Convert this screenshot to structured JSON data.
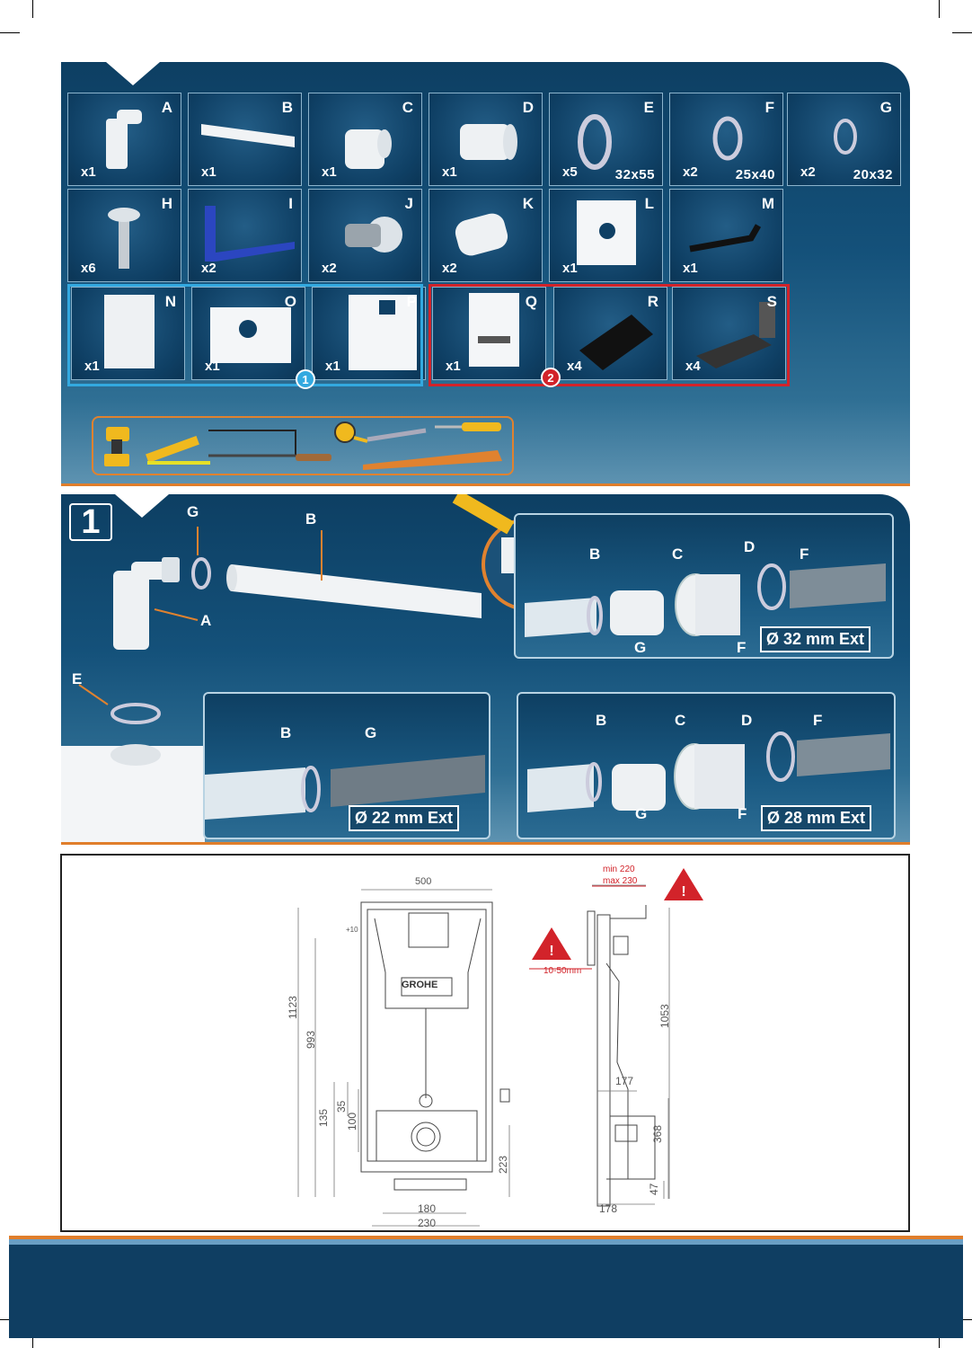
{
  "parts": [
    {
      "letter": "A",
      "qty": "x1",
      "size": "",
      "name": "elbow-connector"
    },
    {
      "letter": "B",
      "qty": "x1",
      "size": "",
      "name": "pipe"
    },
    {
      "letter": "C",
      "qty": "x1",
      "size": "",
      "name": "reducer"
    },
    {
      "letter": "D",
      "qty": "x1",
      "size": "",
      "name": "coupler"
    },
    {
      "letter": "E",
      "qty": "x5",
      "size": "32x55",
      "name": "hose-clamp-large"
    },
    {
      "letter": "F",
      "qty": "x2",
      "size": "25x40",
      "name": "hose-clamp-medium"
    },
    {
      "letter": "G",
      "qty": "x2",
      "size": "20x32",
      "name": "hose-clamp-small"
    },
    {
      "letter": "H",
      "qty": "x6",
      "size": "",
      "name": "bolt"
    },
    {
      "letter": "I",
      "qty": "x2",
      "size": "",
      "name": "bracket"
    },
    {
      "letter": "J",
      "qty": "x2",
      "size": "",
      "name": "wall-plug"
    },
    {
      "letter": "K",
      "qty": "x2",
      "size": "",
      "name": "sleeve"
    },
    {
      "letter": "L",
      "qty": "x1",
      "size": "",
      "name": "sound-pad"
    },
    {
      "letter": "M",
      "qty": "x1",
      "size": "",
      "name": "hex-key"
    },
    {
      "letter": "N",
      "qty": "x1",
      "size": "",
      "name": "template-frame"
    },
    {
      "letter": "O",
      "qty": "x1",
      "size": "",
      "name": "cover-board"
    },
    {
      "letter": "P",
      "qty": "x1",
      "size": "",
      "name": "protective-plate"
    },
    {
      "letter": "Q",
      "qty": "x1",
      "size": "",
      "name": "instruction-sheet"
    },
    {
      "letter": "R",
      "qty": "x4",
      "size": "",
      "name": "anti-vibration-pad"
    },
    {
      "letter": "S",
      "qty": "x4",
      "size": "",
      "name": "mounting-foot"
    }
  ],
  "groups": {
    "one": "1",
    "two": "2"
  },
  "step": {
    "number": "1",
    "labels": {
      "G": "G",
      "B": "B",
      "A": "A",
      "E": "E",
      "C": "C",
      "D": "D",
      "F": "F"
    },
    "diameters": {
      "d32": "Ø 32 mm Ext",
      "d22": "Ø 22 mm Ext",
      "d28": "Ø 28 mm Ext"
    }
  },
  "drawing": {
    "front": {
      "width_top": "500",
      "h1123": "1123",
      "h993": "993",
      "h135": "135",
      "h35": "35",
      "h100": "100",
      "h223": "223",
      "w180": "180",
      "w230": "230",
      "plus": "+10"
    },
    "brand": "GROHE",
    "side": {
      "min": "min 220",
      "max": "max 230",
      "range": "10-50mm",
      "h1053": "1053",
      "w177": "177",
      "h368": "368",
      "h47": "47",
      "w178": "178"
    }
  },
  "colors": {
    "navy": "#0f3e62",
    "orange": "#e07e2b",
    "group1": "#33a9e0",
    "group2": "#d2232a"
  }
}
